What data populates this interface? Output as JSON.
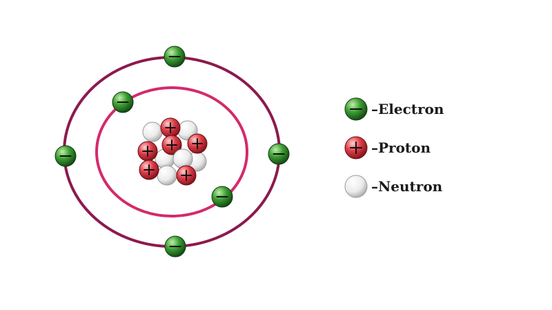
{
  "colors": {
    "orbit": "#8c1a4e",
    "electron": "#2e8a2e",
    "proton": "#d9303a",
    "neutron": "#f2f2f2"
  },
  "diagram": {
    "shells": [
      {
        "electrons": 2
      },
      {
        "electrons": 4
      }
    ],
    "nucleus": {
      "protons": 6,
      "neutrons": 6
    }
  },
  "legend": [
    {
      "kind": "electron",
      "icon": "minus-circle-icon",
      "label": "–Electron"
    },
    {
      "kind": "proton",
      "icon": "plus-circle-icon",
      "label": "–Proton"
    },
    {
      "kind": "neutron",
      "icon": "circle-icon",
      "label": "–Neutron"
    }
  ]
}
